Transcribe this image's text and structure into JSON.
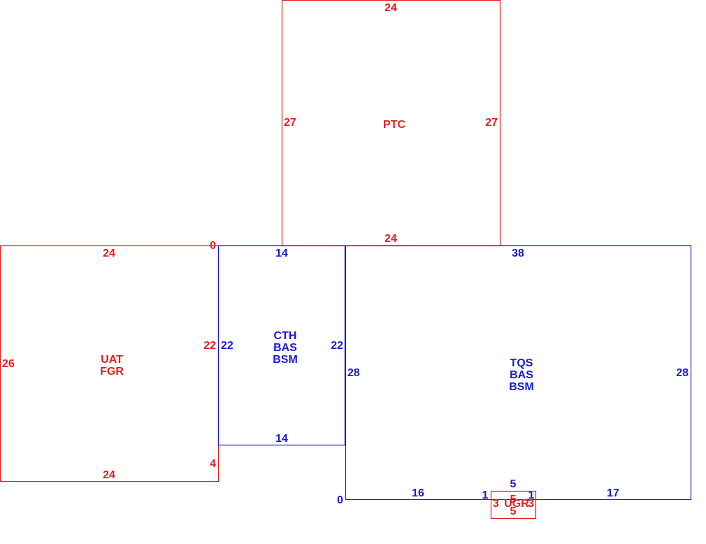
{
  "colors": {
    "red": "#e02020",
    "blue": "#1a1ad0"
  },
  "rooms": [
    {
      "id": "ptc",
      "color": "red",
      "lines": [
        "PTC"
      ],
      "dims": {
        "top": "24",
        "bottom": "24",
        "left": "27",
        "right": "27"
      }
    },
    {
      "id": "uat-fgr",
      "color": "red",
      "lines": [
        "UAT",
        "FGR"
      ],
      "dims": {
        "top": "24",
        "bottom": "24",
        "left": "26",
        "right": "22",
        "right_top": "0",
        "right_bottom": "4"
      }
    },
    {
      "id": "cth-bas-bsm",
      "color": "blue",
      "lines": [
        "CTH",
        "BAS",
        "BSM"
      ],
      "dims": {
        "top": "14",
        "bottom": "14",
        "left": "22",
        "right": "22"
      }
    },
    {
      "id": "tqs-bas-bsm",
      "color": "blue",
      "lines": [
        "TQS",
        "BAS",
        "BSM"
      ],
      "dims": {
        "top": "38",
        "left": "28",
        "right": "28",
        "left_bottom": "0",
        "bottom_left": "16",
        "bottom_right": "17",
        "notch_left": "1",
        "notch_right": "1",
        "notch_top": "5"
      }
    },
    {
      "id": "ugr",
      "color": "red",
      "lines": [
        "UGR"
      ],
      "dims": {
        "top": "5",
        "bottom": "5",
        "left": "3",
        "right": "3"
      }
    }
  ]
}
